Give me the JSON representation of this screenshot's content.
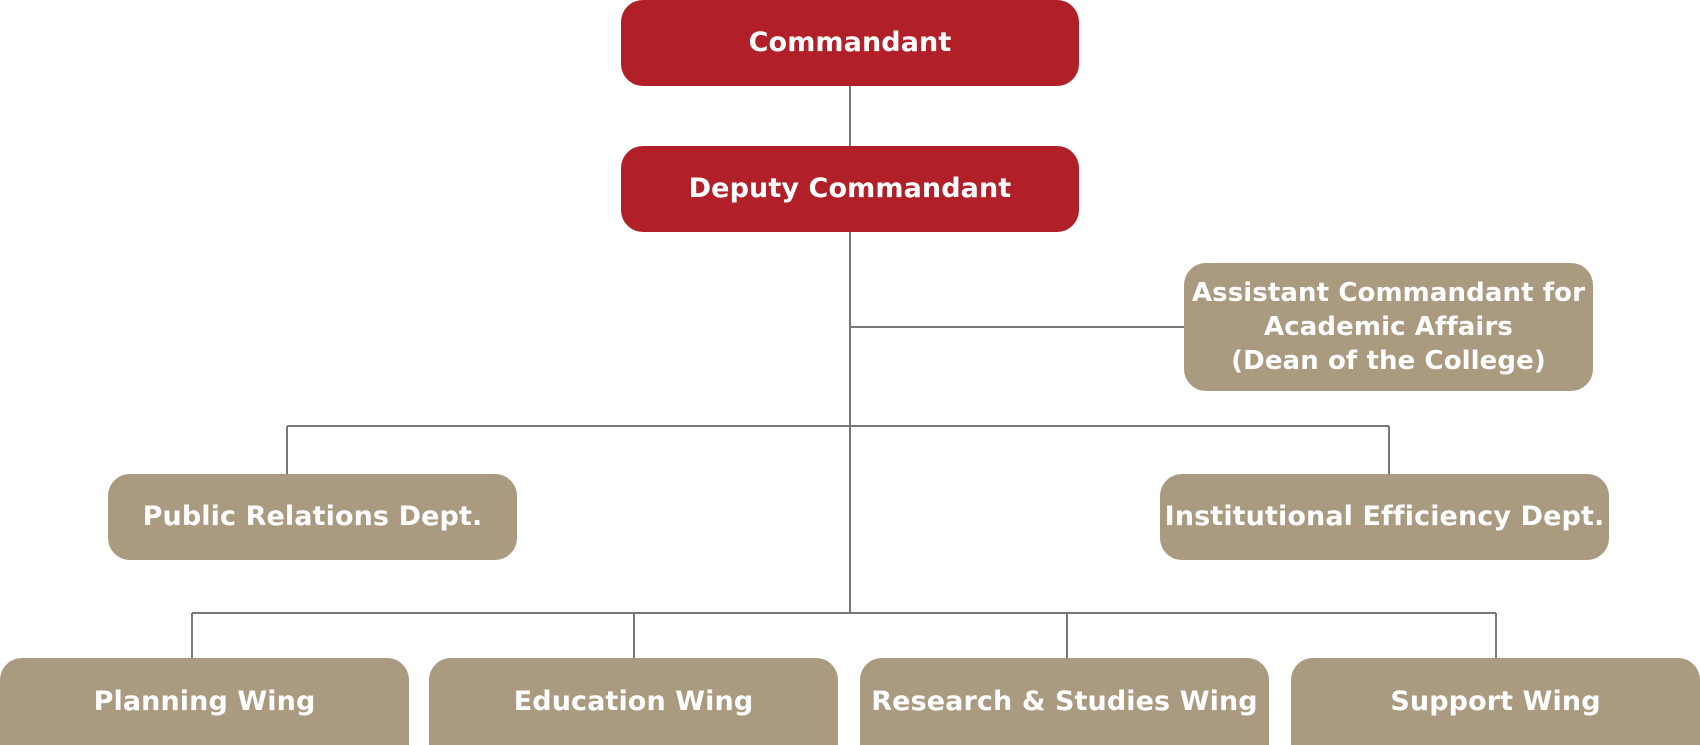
{
  "colors": {
    "leadership": "#b11f29",
    "unit": "#a99a80",
    "connector": "#777777",
    "text": "#ffffff"
  },
  "nodes": {
    "commandant": "Commandant",
    "deputy_commandant": "Deputy Commandant",
    "assistant_commandant": [
      "Assistant Commandant for",
      "Academic Affairs",
      "(Dean of the College)"
    ],
    "public_relations": "Public Relations Dept.",
    "institutional_efficiency": "Institutional Efficiency Dept.",
    "planning_wing": "Planning Wing",
    "education_wing": "Education Wing",
    "research_wing": "Research & Studies Wing",
    "support_wing": "Support Wing"
  }
}
